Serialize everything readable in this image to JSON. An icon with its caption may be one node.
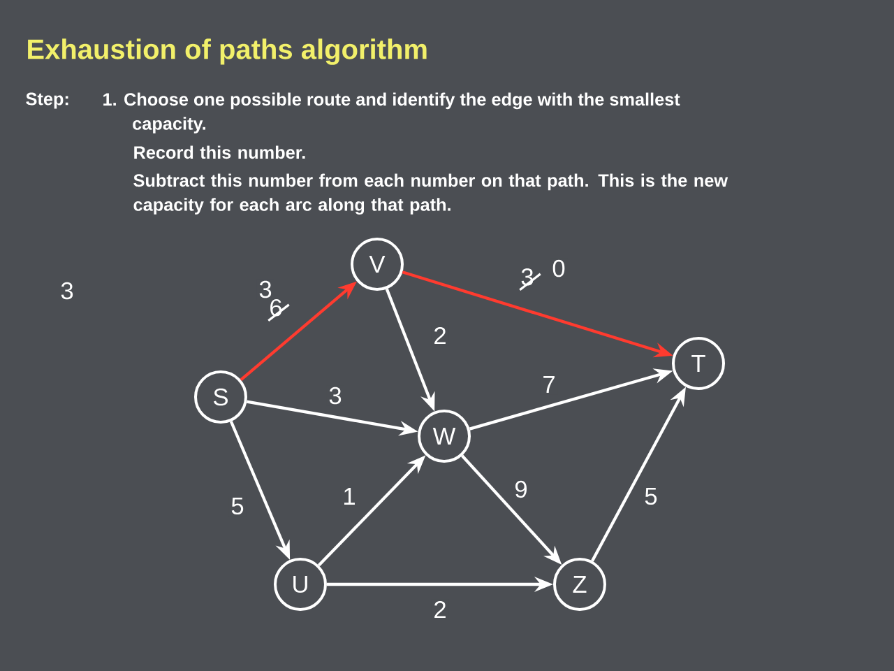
{
  "diagram": {
    "title": "Exhaustion of paths algorithm",
    "nodes": [
      {
        "text": [
          "S"
        ]
      },
      {
        "text": [
          "V"
        ]
      },
      {
        "text": [
          "T"
        ]
      },
      {
        "text": [
          "W"
        ]
      },
      {
        "text": [
          "U"
        ]
      },
      {
        "text": [
          "Z"
        ]
      }
    ],
    "edges": [
      {
        "from": 0,
        "to": 1,
        "arrow": "to",
        "label": "3",
        "color": "#ff3b2f"
      },
      {
        "from": 1,
        "to": 2,
        "arrow": "to",
        "label": "0",
        "color": "#ff3b2f"
      },
      {
        "from": 1,
        "to": 3,
        "arrow": "to",
        "label": "2"
      },
      {
        "from": 0,
        "to": 3,
        "arrow": "to",
        "label": "3"
      },
      {
        "from": 3,
        "to": 2,
        "arrow": "to",
        "label": "7"
      },
      {
        "from": 0,
        "to": 4,
        "arrow": "to",
        "label": "5"
      },
      {
        "from": 4,
        "to": 3,
        "arrow": "to",
        "label": "1"
      },
      {
        "from": 3,
        "to": 5,
        "arrow": "to",
        "label": "9"
      },
      {
        "from": 4,
        "to": 5,
        "arrow": "to",
        "label": "2"
      },
      {
        "from": 5,
        "to": 2,
        "arrow": "to",
        "label": "5"
      }
    ],
    "labels": [
      "Step:",
      "1. Choose one possible route and identify the edge with the smallest capacity.",
      "Record this number.",
      "Subtract this number from each number on that path. This is the new capacity for each arc along that path.",
      "3",
      "6",
      "3"
    ]
  }
}
